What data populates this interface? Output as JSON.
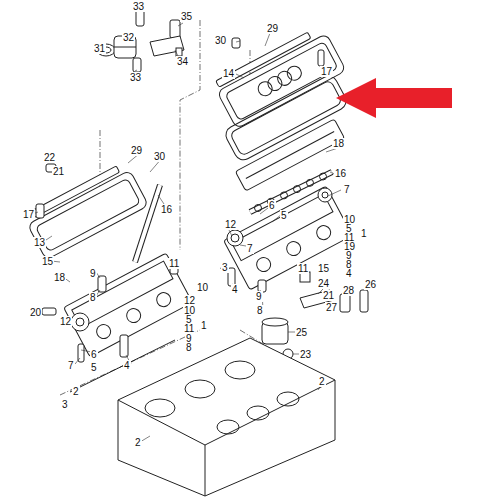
{
  "diagram": {
    "labels": [
      "33",
      "35",
      "32",
      "31",
      "33",
      "34",
      "29",
      "30",
      "17",
      "14",
      "18",
      "22",
      "21",
      "29",
      "30",
      "17",
      "13",
      "16",
      "16",
      "15",
      "18",
      "11",
      "9",
      "8",
      "10",
      "12",
      "10",
      "5",
      "11",
      "9",
      "8",
      "1",
      "20",
      "12",
      "7",
      "6",
      "5",
      "4",
      "2",
      "3",
      "2",
      "12",
      "7",
      "6",
      "5",
      "7",
      "10",
      "5",
      "11",
      "19",
      "9",
      "8",
      "4",
      "1",
      "3",
      "4",
      "9",
      "8",
      "11",
      "15",
      "24",
      "21",
      "27",
      "28",
      "26",
      "25",
      "23",
      "2"
    ]
  }
}
